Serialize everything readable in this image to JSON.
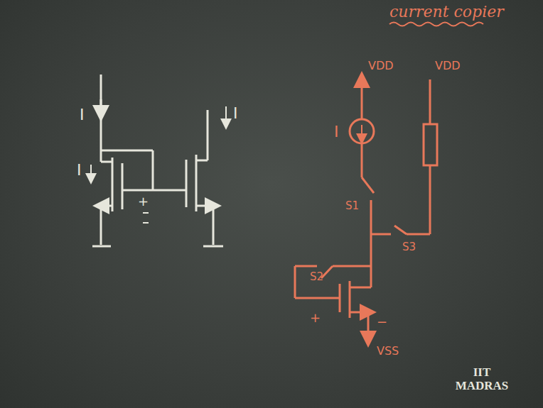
{
  "diagram": {
    "title": "current copier",
    "labels": [
      "I",
      "I",
      "I",
      "+",
      "VDD",
      "VDD",
      "I",
      "S1",
      "S2",
      "S3",
      "+",
      "−",
      "VSS",
      "IIT MADRAS"
    ]
  }
}
